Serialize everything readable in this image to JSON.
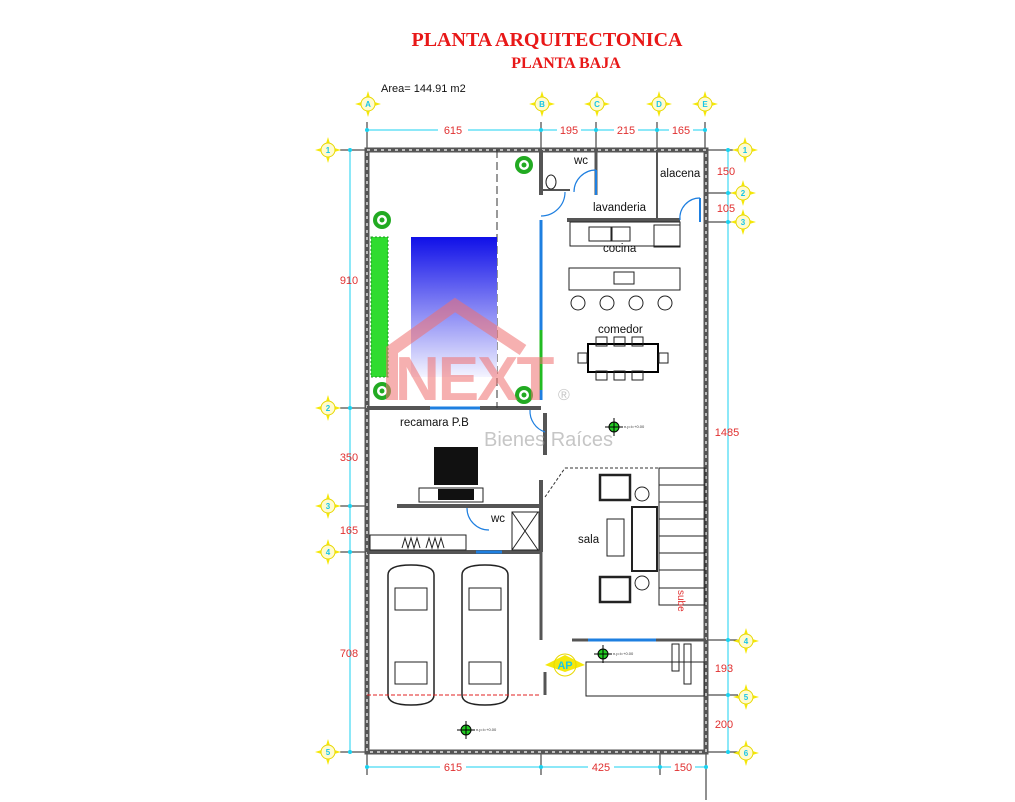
{
  "title": "PLANTA ARQUITECTONICA",
  "subtitle": "PLANTA BAJA",
  "area": "Area= 144.91 m2",
  "grid_columns": [
    "A",
    "B",
    "C",
    "D",
    "E"
  ],
  "grid_rows_left": [
    "1",
    "2",
    "3",
    "4",
    "5"
  ],
  "grid_rows_right": [
    "1",
    "2",
    "3",
    "4",
    "5",
    "6"
  ],
  "dims_top": [
    "615",
    "195",
    "215",
    "165"
  ],
  "dims_bottom": [
    "615",
    "425",
    "150"
  ],
  "dims_left": [
    "910",
    "350",
    "165",
    "708"
  ],
  "dims_right": [
    "150",
    "105",
    "1485",
    "193",
    "200"
  ],
  "rooms": {
    "wc_top": "wc",
    "alacena": "alacena",
    "lavanderia": "lavanderia",
    "cocina": "cocina",
    "comedor": "comedor",
    "recamara": "recamara  P.B",
    "wc_bottom": "wc",
    "sala": "sala",
    "sube": "sube",
    "ap": "AP"
  },
  "levels": [
    "n.p.t=+0.00",
    "n.p.t=+0.00",
    "n.p.t=+0.00"
  ],
  "watermark": {
    "brand": "NEXT",
    "tagline": "Bienes Raíces",
    "mark": "®"
  },
  "colors": {
    "title": "#e81818",
    "dimension": "#e03030",
    "dimension_line": "#19d2f0",
    "pool": "#2020f0",
    "vegetation": "#22bb22",
    "door": "#1e7fe0"
  }
}
